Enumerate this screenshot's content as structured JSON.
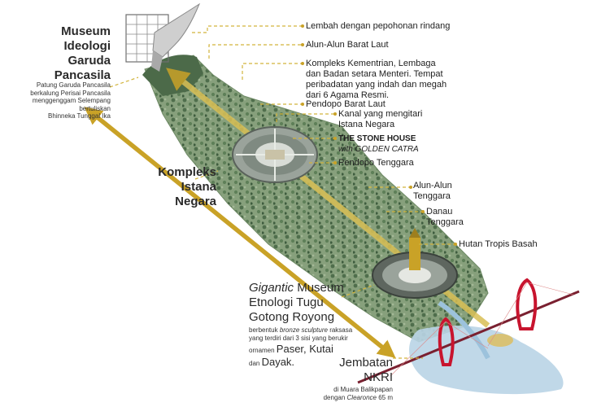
{
  "labels": {
    "lembah": "Lembah dengan pepohonan rindang",
    "alun_barat": "Alun-Alun Barat Laut",
    "kompleks_kementrian": [
      "Kompleks Kementrian, Lembaga",
      "dan Badan setara Menteri. Tempat",
      "peribadatan yang indah dan megah",
      "dari 6 Agama Resmi."
    ],
    "pendopo_barat": "Pendopo Barat Laut",
    "kanal": [
      "Kanal yang mengitari",
      "Istana Negara"
    ],
    "stone_house": "THE STONE HOUSE",
    "golden_catra": "with GOLDEN CATRA",
    "pendopo_tenggara": "Pendopo Tenggara",
    "alun_tenggara": [
      "Alun-Alun",
      "Tenggara"
    ],
    "danau": [
      "Danau",
      "Tenggara"
    ],
    "hutan": "Hutan Tropis Basah"
  },
  "museum": {
    "title": [
      "Museum",
      "Ideologi",
      "Garuda",
      "Pancasila"
    ],
    "desc": [
      "Patung Garuda Pancasila",
      "berkalung Perisai Pancasila",
      "menggenggam Selempang",
      "bertuliskan",
      "Bhinneka Tunggal Ika"
    ]
  },
  "istana": {
    "title": [
      "Kompleks",
      "Istana",
      "Negara"
    ]
  },
  "gigantic": {
    "title_italic": "Gigantic",
    "title_rest": " Museum",
    "line2": "Etnologi Tugu",
    "line3": "Gotong Royong",
    "desc1_a": "berbentuk ",
    "desc1_italic": "bronze sculpture",
    "desc1_b": " raksasa",
    "desc2": "yang terdiri dari 3 sisi yang berukir",
    "orn_small": "ornamen ",
    "orn_big": "Paser, Kutai",
    "dan_small": "dan ",
    "dan_big": "Dayak."
  },
  "jembatan": {
    "title": [
      "Jembatan",
      "NKRI"
    ],
    "desc1": "di Muara Balikpapan",
    "desc2_a": "dengan ",
    "desc2_italic": "Clearonce",
    "desc2_b": " 65 m"
  },
  "colors": {
    "gold": "#c9a227",
    "gold_light": "#d9bf55",
    "leader": "#d2b43c",
    "green_dark": "#5d7d5a",
    "green_light": "#93ab86",
    "water": "#b9d4e6",
    "bridge_red": "#c8142e",
    "plaza": "#9aa39b"
  }
}
